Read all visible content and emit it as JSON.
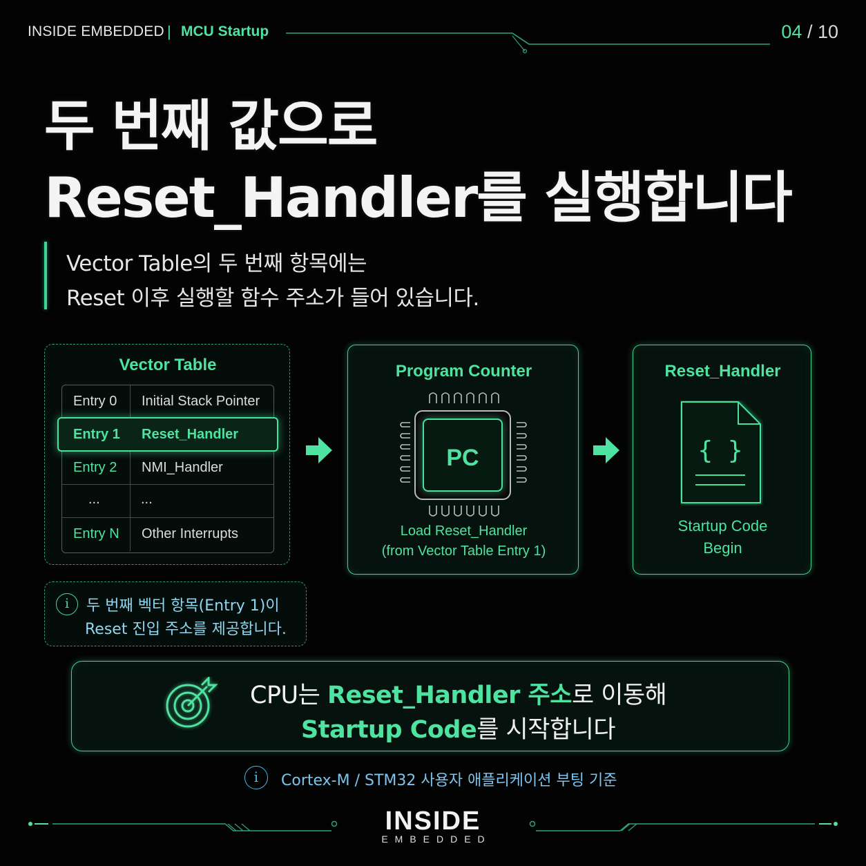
{
  "header": {
    "brand": "INSIDE EMBEDDED",
    "separator": "|",
    "topic": "MCU Startup",
    "page_current": "04",
    "page_total": " / 10"
  },
  "title": {
    "line1": "두 번째 값으로",
    "line2": "Reset_Handler를 실행합니다"
  },
  "subtitle": {
    "line1": "Vector Table의 두 번째 항목에는",
    "line2": "Reset 이후 실행할 함수 주소가 들어 있습니다."
  },
  "vector_table": {
    "title": "Vector Table",
    "rows": [
      {
        "entry": "Entry 0",
        "value": "Initial Stack Pointer",
        "highlight": false
      },
      {
        "entry": "Entry 1",
        "value": "Reset_Handler",
        "highlight": true
      },
      {
        "entry": "Entry 2",
        "value": "NMI_Handler",
        "highlight": false
      },
      {
        "entry": "...",
        "value": "...",
        "highlight": false
      },
      {
        "entry": "Entry N",
        "value": "Other Interrupts",
        "highlight": false
      }
    ]
  },
  "note": {
    "icon": "info-icon",
    "line1": "두 번째 벡터 항목(Entry 1)이",
    "line2": "Reset 진입 주소를 제공합니다."
  },
  "program_counter": {
    "title": "Program Counter",
    "chip_label": "PC",
    "caption1": "Load Reset_Handler",
    "caption2": "(from Vector Table Entry 1)"
  },
  "reset_handler": {
    "title": "Reset_Handler",
    "icon": "code-file-icon",
    "file_glyph": "{ }",
    "caption1": "Startup Code",
    "caption2": "Begin"
  },
  "banner": {
    "icon": "target-icon",
    "l1_a": "CPU는 ",
    "l1_b": "Reset_Handler 주소",
    "l1_c": "로 이동해",
    "l2_a": "Startup Code",
    "l2_b": "를 시작합니다"
  },
  "footnote": {
    "icon": "info-icon",
    "text": "Cortex-M / STM32  사용자 애플리케이션 부팅 기준"
  },
  "footer": {
    "logo_main": "INSIDE",
    "logo_sub": "EMBEDDED"
  },
  "colors": {
    "accent": "#4ee3a0",
    "background": "#030303",
    "note_text": "#8ed7f0"
  }
}
